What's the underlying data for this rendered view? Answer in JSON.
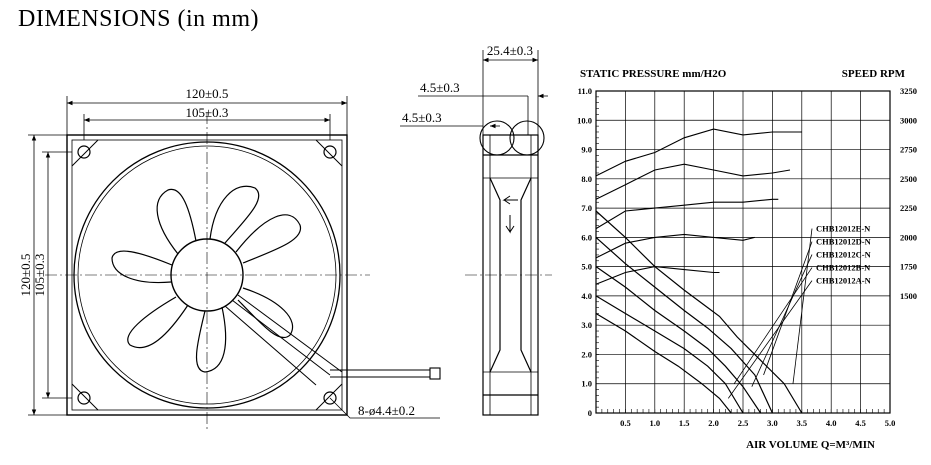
{
  "heading": "DIMENSIONS (in mm)",
  "front_view": {
    "outer_width": "120±0.5",
    "hole_spacing_width": "105±0.3",
    "outer_height": "120±0.5",
    "hole_spacing_height": "105±0.3",
    "holes": "8-ø4.4±0.2"
  },
  "side_view": {
    "depth": "25.4±0.3",
    "flange_top": "4.5±0.3",
    "flange_left": "4.5±0.3"
  },
  "chart_data": {
    "type": "line",
    "title": "STATIC PRESSURE mm/H2O",
    "right_title": "SPEED RPM",
    "xlabel": "AIR VOLUME Q=M³/MIN",
    "xlim": [
      0,
      5.0
    ],
    "ylim": [
      0,
      11.0
    ],
    "x_ticks": [
      "0.5",
      "1.0",
      "1.5",
      "2.0",
      "2.5",
      "3.0",
      "3.5",
      "4.0",
      "4.5",
      "5.0"
    ],
    "y_ticks": [
      "0",
      "1.0",
      "2.0",
      "3.0",
      "4.0",
      "5.0",
      "6.0",
      "7.0",
      "8.0",
      "9.0",
      "10.0",
      "11.0"
    ],
    "rpm_ticks": [
      {
        "label": "3250",
        "y": 11.0
      },
      {
        "label": "3000",
        "y": 10.0
      },
      {
        "label": "2750",
        "y": 9.0
      },
      {
        "label": "2500",
        "y": 8.0
      },
      {
        "label": "2250",
        "y": 7.0
      },
      {
        "label": "2000",
        "y": 6.0
      },
      {
        "label": "1750",
        "y": 5.0
      },
      {
        "label": "1500",
        "y": 4.0
      }
    ],
    "grid": true,
    "series": [
      {
        "name": "CHB12012E-N",
        "pq": [
          [
            0,
            6.9
          ],
          [
            0.5,
            6.0
          ],
          [
            1.0,
            5.0
          ],
          [
            1.5,
            4.2
          ],
          [
            1.9,
            3.6
          ],
          [
            2.1,
            3.3
          ],
          [
            2.4,
            2.6
          ],
          [
            2.8,
            1.8
          ],
          [
            3.2,
            1.0
          ],
          [
            3.5,
            0.0
          ]
        ],
        "speed": [
          [
            0,
            8.1
          ],
          [
            0.5,
            8.6
          ],
          [
            1.0,
            8.9
          ],
          [
            1.5,
            9.4
          ],
          [
            2.0,
            9.7
          ],
          [
            2.5,
            9.5
          ],
          [
            3.0,
            9.6
          ],
          [
            3.5,
            9.6
          ]
        ]
      },
      {
        "name": "CHB12012D-N",
        "pq": [
          [
            0,
            6.0
          ],
          [
            0.5,
            5.1
          ],
          [
            1.0,
            4.3
          ],
          [
            1.5,
            3.5
          ],
          [
            1.9,
            2.9
          ],
          [
            2.3,
            2.2
          ],
          [
            2.7,
            1.3
          ],
          [
            3.0,
            0.0
          ]
        ],
        "speed": [
          [
            0,
            7.3
          ],
          [
            0.5,
            7.8
          ],
          [
            1.0,
            8.3
          ],
          [
            1.5,
            8.5
          ],
          [
            2.0,
            8.3
          ],
          [
            2.5,
            8.1
          ],
          [
            3.0,
            8.2
          ],
          [
            3.3,
            8.3
          ]
        ]
      },
      {
        "name": "CHB12012C-N",
        "pq": [
          [
            0,
            5.0
          ],
          [
            0.5,
            4.3
          ],
          [
            1.0,
            3.5
          ],
          [
            1.5,
            2.8
          ],
          [
            1.9,
            2.2
          ],
          [
            2.2,
            1.6
          ],
          [
            2.5,
            0.9
          ],
          [
            2.8,
            0.0
          ]
        ],
        "speed": [
          [
            0,
            6.3
          ],
          [
            0.5,
            6.9
          ],
          [
            1.0,
            7.0
          ],
          [
            1.5,
            7.1
          ],
          [
            2.0,
            7.2
          ],
          [
            2.5,
            7.2
          ],
          [
            3.0,
            7.3
          ],
          [
            3.1,
            7.3
          ]
        ]
      },
      {
        "name": "CHB12012B-N",
        "pq": [
          [
            0,
            4.0
          ],
          [
            0.5,
            3.4
          ],
          [
            1.0,
            2.8
          ],
          [
            1.5,
            2.2
          ],
          [
            1.9,
            1.6
          ],
          [
            2.2,
            1.0
          ],
          [
            2.5,
            0.0
          ]
        ],
        "speed": [
          [
            0,
            5.3
          ],
          [
            0.5,
            5.8
          ],
          [
            1.0,
            6.0
          ],
          [
            1.5,
            6.1
          ],
          [
            2.0,
            6.0
          ],
          [
            2.5,
            5.9
          ],
          [
            2.7,
            6.0
          ]
        ]
      },
      {
        "name": "CHB12012A-N",
        "pq": [
          [
            0,
            3.4
          ],
          [
            0.5,
            2.8
          ],
          [
            1.0,
            2.1
          ],
          [
            1.4,
            1.6
          ],
          [
            1.8,
            1.0
          ],
          [
            2.1,
            0.5
          ],
          [
            2.3,
            0.0
          ]
        ],
        "speed": [
          [
            0,
            4.4
          ],
          [
            0.5,
            4.8
          ],
          [
            1.0,
            5.0
          ],
          [
            1.5,
            4.9
          ],
          [
            2.0,
            4.8
          ],
          [
            2.1,
            4.8
          ]
        ]
      }
    ]
  }
}
